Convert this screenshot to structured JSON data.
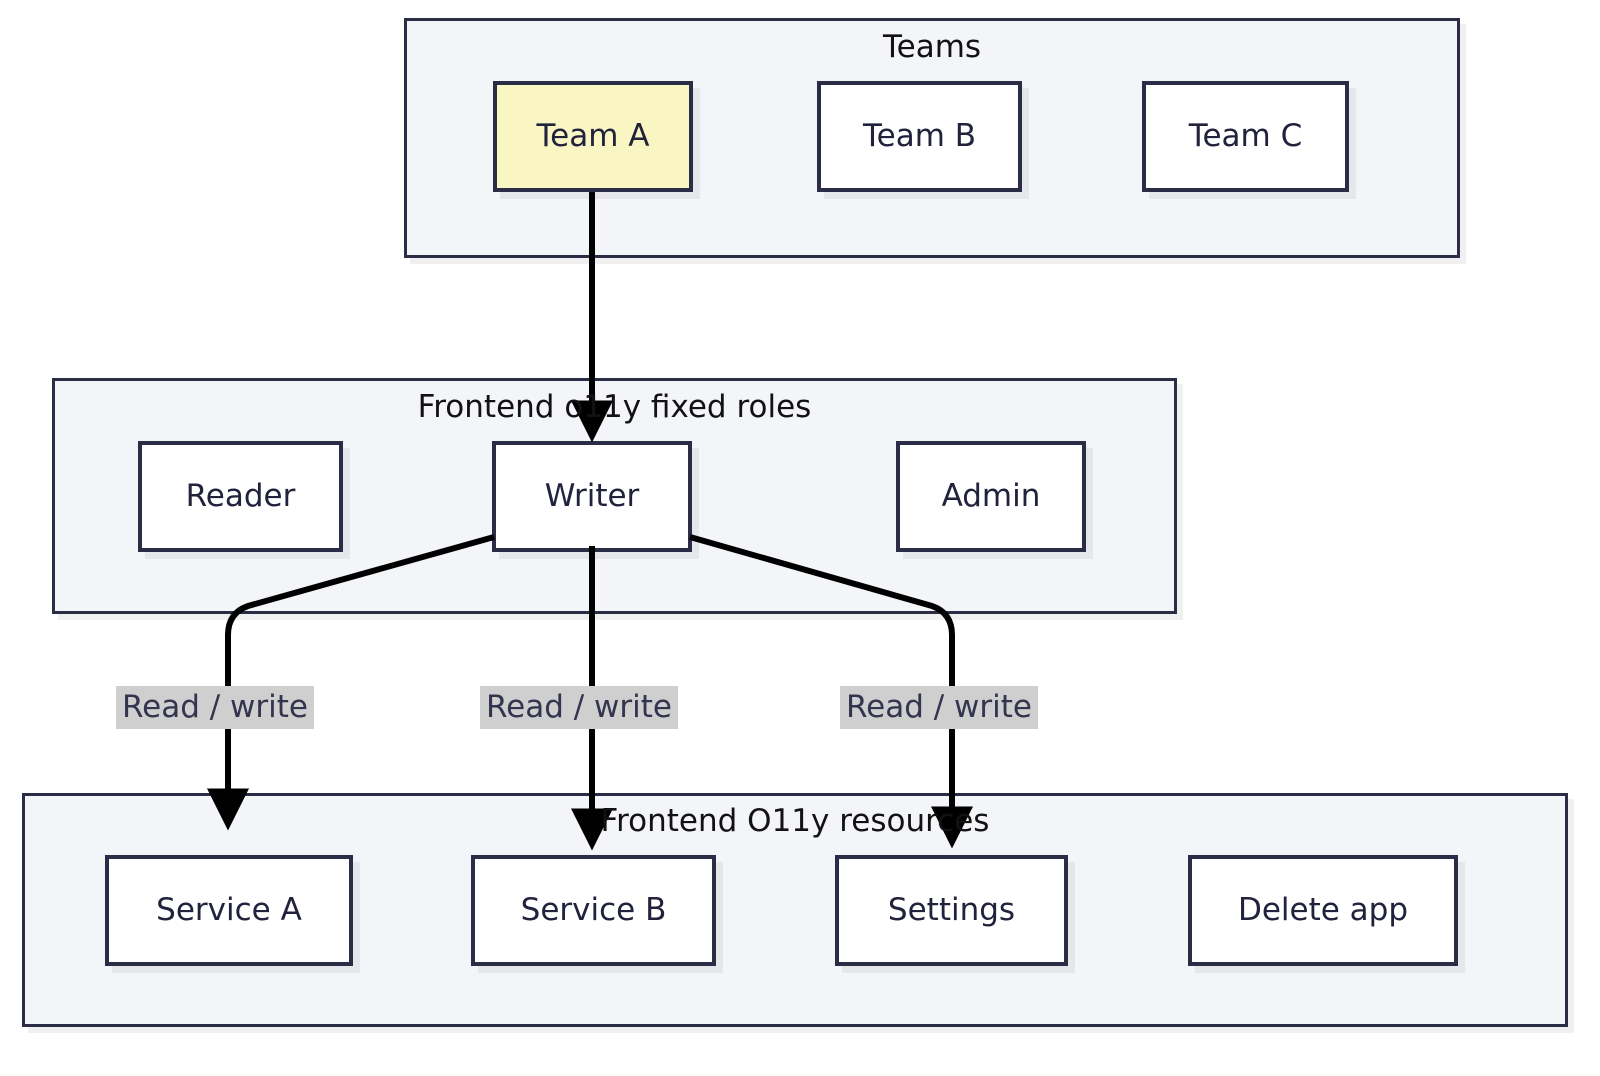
{
  "diagram": {
    "type": "flowchart",
    "background_color": "#ffffff",
    "node_border_color": "#2b2c45",
    "node_fill_color": "#ffffff",
    "highlight_fill_color": "#faf6c4",
    "cluster_fill_color": "#f4f5f9",
    "edge_color": "#000000",
    "edge_label_background": "#cfcfcf",
    "text_color": "#21223c"
  },
  "clusters": [
    {
      "id": "teams",
      "title": "Teams",
      "nodes": [
        {
          "id": "team-a",
          "label": "Team A",
          "highlighted": true
        },
        {
          "id": "team-b",
          "label": "Team B",
          "highlighted": false
        },
        {
          "id": "team-c",
          "label": "Team C",
          "highlighted": false
        }
      ]
    },
    {
      "id": "fixed-roles",
      "title": "Frontend o11y fixed roles",
      "nodes": [
        {
          "id": "reader",
          "label": "Reader",
          "highlighted": false
        },
        {
          "id": "writer",
          "label": "Writer",
          "highlighted": false
        },
        {
          "id": "admin",
          "label": "Admin",
          "highlighted": false
        }
      ]
    },
    {
      "id": "resources",
      "title": "Frontend O11y resources",
      "nodes": [
        {
          "id": "service-a",
          "label": "Service A",
          "highlighted": false
        },
        {
          "id": "service-b",
          "label": "Service B",
          "highlighted": false
        },
        {
          "id": "settings",
          "label": "Settings",
          "highlighted": false
        },
        {
          "id": "delete-app",
          "label": "Delete app",
          "highlighted": false
        }
      ]
    }
  ],
  "edges": [
    {
      "id": "team-a-to-writer",
      "from": "team-a",
      "to": "writer",
      "label": ""
    },
    {
      "id": "writer-to-service-a",
      "from": "writer",
      "to": "service-a",
      "label": "Read / write"
    },
    {
      "id": "writer-to-service-b",
      "from": "writer",
      "to": "service-b",
      "label": "Read / write"
    },
    {
      "id": "writer-to-settings",
      "from": "writer",
      "to": "settings",
      "label": "Read / write"
    }
  ]
}
